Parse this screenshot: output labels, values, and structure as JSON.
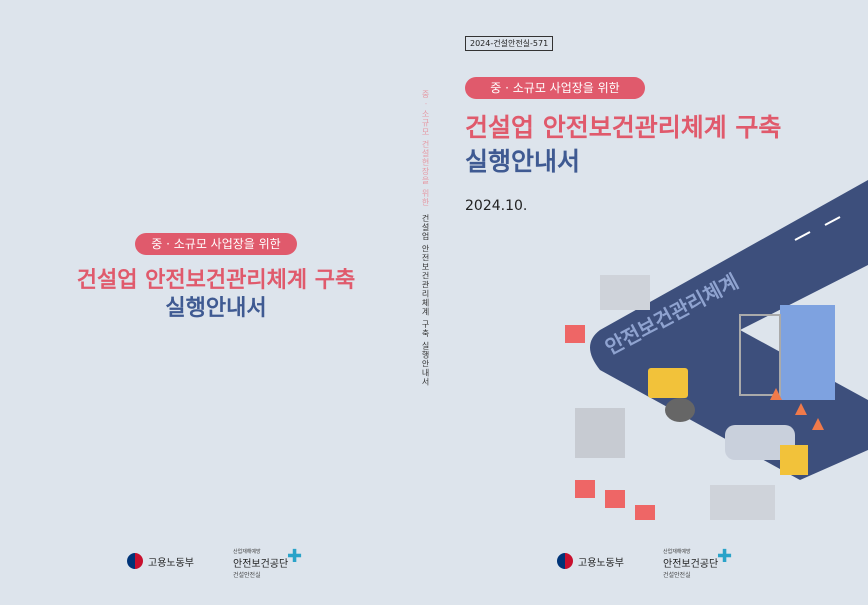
{
  "back": {
    "subtitle": "중 · 소규모 사업장을 위한",
    "title_line1": "건설업 안전보건관리체계 구축",
    "title_line2": "실행안내서"
  },
  "spine": {
    "subtitle": "중 · 소규모 건설현장을 위한",
    "title": "건설업 안전보건관리체계 구축 실행안내서"
  },
  "front": {
    "code": "2024-건설안전실-571",
    "subtitle": "중 · 소규모 사업장을 위한",
    "title_line1": "건설업 안전보건관리체계 구축",
    "title_line2": "실행안내서",
    "date": "2024.10.",
    "road_text": "안전보건관리체계"
  },
  "logos": {
    "ministry": "고용노동부",
    "kosha_small": "산업재해예방",
    "kosha": "안전보건공단",
    "kosha_dept": "건설안전실"
  }
}
